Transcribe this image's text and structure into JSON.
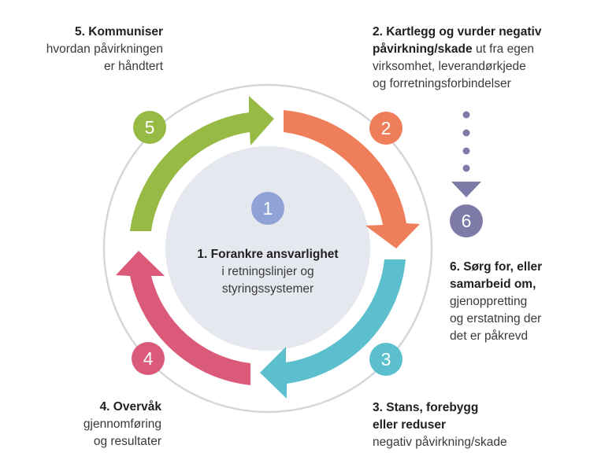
{
  "center": {
    "number": "1",
    "title": "1. Forankre ansvarlighet",
    "lines": [
      "i retningslinjer og",
      "styringssystemer"
    ]
  },
  "steps": {
    "s2": {
      "number": "2",
      "title_line1": "2. Kartlegg og vurder negativ",
      "title_line2": "påvirkning/skade",
      "inline_rest": " ut fra egen",
      "lines": [
        "virksomhet, leverandørkjede",
        "og forretningsforbindelser"
      ]
    },
    "s3": {
      "number": "3",
      "title_line1": "3. Stans, forebygg",
      "title_line2": "eller reduser",
      "lines": [
        "negativ påvirkning/skade"
      ]
    },
    "s4": {
      "number": "4",
      "title_line1": "4. Overvåk",
      "lines": [
        "gjennomføring",
        "og resultater"
      ]
    },
    "s5": {
      "number": "5",
      "title_line1": "5. Kommuniser",
      "lines": [
        "hvordan påvirkningen",
        "er håndtert"
      ]
    },
    "s6": {
      "number": "6",
      "title_line1": "6. Sørg for, eller",
      "title_line2": "samarbeid om,",
      "lines": [
        "gjenoppretting",
        "og erstatning der",
        "det er påkrevd"
      ]
    }
  },
  "colors": {
    "step1": "#8fa3d6",
    "step2": "#ef7e5a",
    "step3": "#5bbfce",
    "step4": "#db5a79",
    "step5": "#97ba44",
    "step6": "#7e7ba8",
    "center_disk": "#e5e8ef",
    "outer_ring": "#d4d6dc"
  }
}
